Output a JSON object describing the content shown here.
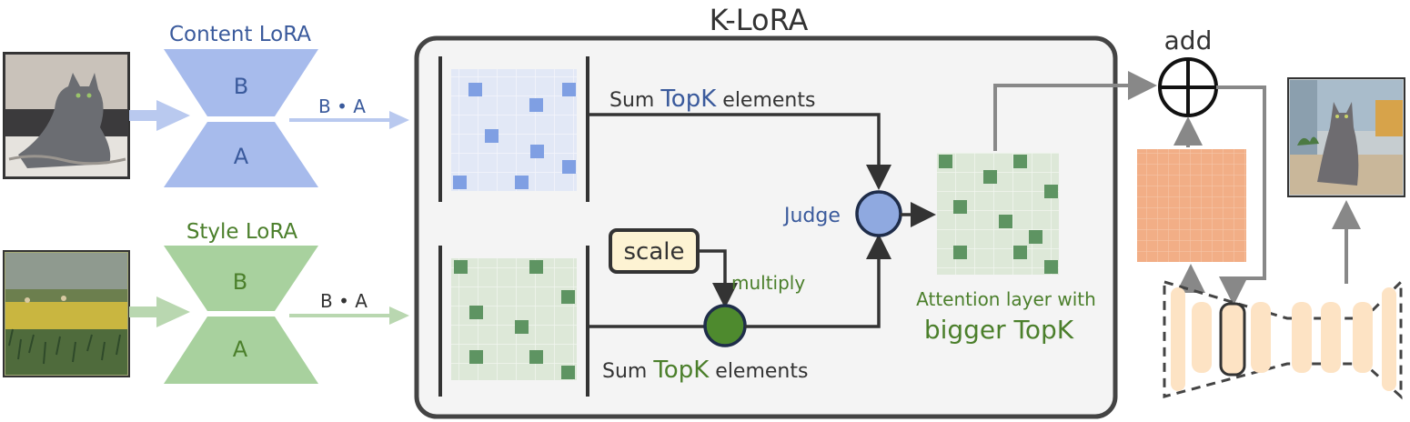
{
  "title": "K-LoRA",
  "content_lora": {
    "label": "Content LoRA",
    "b": "B",
    "a": "A",
    "product": "B • A"
  },
  "style_lora": {
    "label": "Style LoRA",
    "b": "B",
    "a": "A",
    "product": "B • A"
  },
  "top_branch": {
    "sum_prefix": "Sum",
    "topk": "TopK",
    "sum_suffix": "elements"
  },
  "bottom_branch": {
    "sum_prefix": "Sum",
    "topk": "TopK",
    "sum_suffix": "elements"
  },
  "scale_label": "scale",
  "multiply_label": "multiply",
  "judge_label": "Judge",
  "attention": {
    "line1": "Attention layer with",
    "line2": "bigger TopK"
  },
  "add_label": "add",
  "colors": {
    "blue_accent": "#7f9fe3",
    "blue_text": "#3a5a9c",
    "green_accent": "#4e8a2e",
    "green_text": "#4b7f2b",
    "orange_grid": "#f2ae86",
    "unet_block": "#fde3c4"
  }
}
